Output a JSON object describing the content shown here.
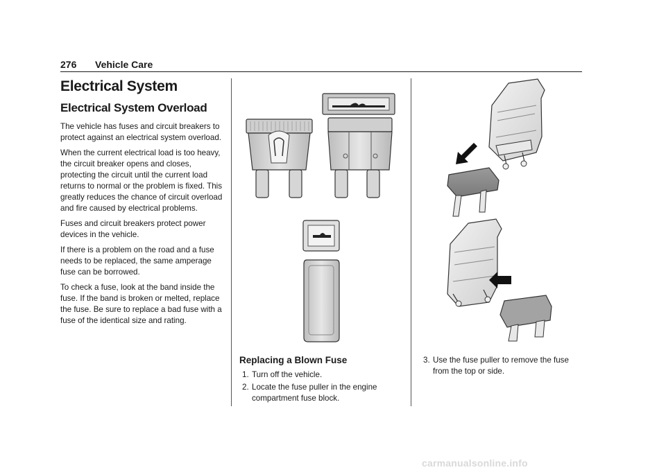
{
  "header": {
    "page_number": "276",
    "section": "Vehicle Care"
  },
  "column1": {
    "title": "Electrical System",
    "subtitle": "Electrical System Overload",
    "paragraphs": [
      "The vehicle has fuses and circuit breakers to protect against an electrical system overload.",
      "When the current electrical load is too heavy, the circuit breaker opens and closes, protecting the circuit until the current load returns to normal or the problem is fixed. This greatly reduces the chance of circuit overload and fire caused by electrical problems.",
      "Fuses and circuit breakers protect power devices in the vehicle.",
      "If there is a problem on the road and a fuse needs to be replaced, the same amperage fuse can be borrowed.",
      "To check a fuse, look at the band inside the fuse. If the band is broken or melted, replace the fuse. Be sure to replace a bad fuse with a fuse of the identical size and rating."
    ]
  },
  "column2": {
    "heading": "Replacing a Blown Fuse",
    "steps": [
      {
        "num": "1.",
        "text": "Turn off the vehicle."
      },
      {
        "num": "2.",
        "text": "Locate the fuse puller in the engine compartment fuse block."
      }
    ]
  },
  "column3": {
    "steps": [
      {
        "num": "3.",
        "text": "Use the fuse puller to remove the fuse from the top or side."
      }
    ]
  },
  "watermark": "carmanualsonline.info",
  "colors": {
    "text": "#1a1a1a",
    "illustration_fill": "#d2d2d2",
    "illustration_stroke": "#333333",
    "watermark": "#d9d9d9"
  }
}
